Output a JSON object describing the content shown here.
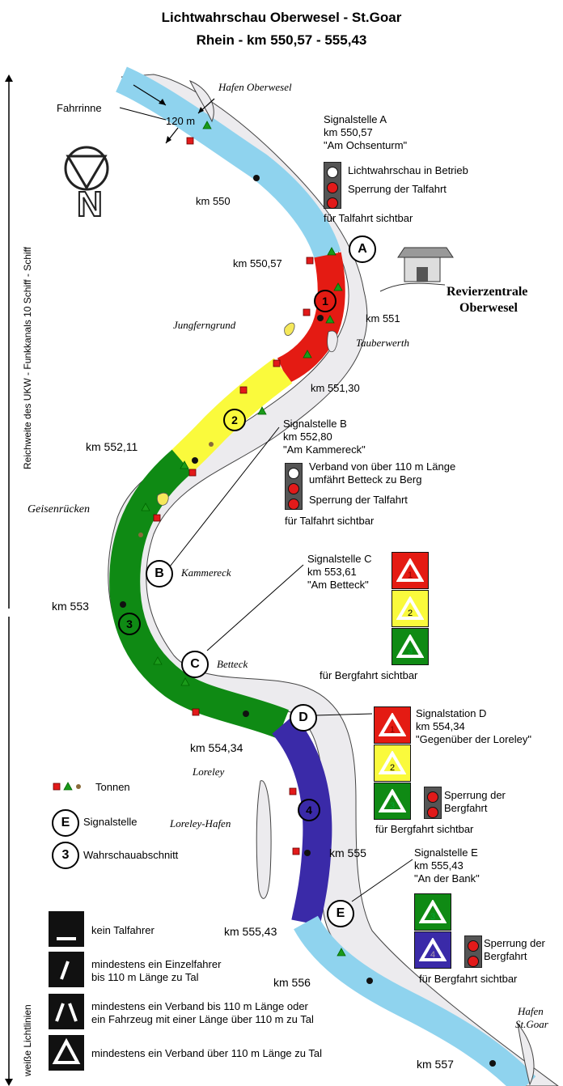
{
  "title": "Lichtwahrschau Oberwesel - St.Goar",
  "subtitle": "Rhein - km 550,57 - 555,43",
  "side_label": "Reichweite des UKW - Funkkanals 10 Schiff - Schiff",
  "side_label2": "weiße Lichtlinien",
  "map_labels": {
    "hafen_oberwesel": "Hafen Oberwesel",
    "fahrrinne": "Fahrrinne",
    "width": "120 m",
    "km550": "km 550",
    "km550_57": "km 550,57",
    "km551": "km 551",
    "km551_30": "km 551,30",
    "km552_11": "km 552,11",
    "km553": "km 553",
    "km554_34": "km 554,34",
    "km555": "km 555",
    "km555_43": "km 555,43",
    "km556": "km 556",
    "km557": "km 557",
    "jungferngrund": "Jungferngrund",
    "tauberwerth": "Tauberwerth",
    "geisenruecken": "Geisenrücken",
    "kammereck": "Kammereck",
    "betteck": "Betteck",
    "loreley": "Loreley",
    "loreley_hafen": "Loreley-Hafen",
    "hafen_stgoar_1": "Hafen",
    "hafen_stgoar_2": "St.Goar",
    "revierzentrale_1": "Revierzentrale",
    "revierzentrale_2": "Oberwesel",
    "north": "N"
  },
  "sections": [
    "1",
    "2",
    "3",
    "4"
  ],
  "stations": [
    "A",
    "B",
    "C",
    "D",
    "E"
  ],
  "signal_a": {
    "name": "Signalstelle A",
    "km": "km 550,57",
    "place": "\"Am Ochsenturm\"",
    "line1": "Lichtwahrschau in Betrieb",
    "line2": "Sperrung der Talfahrt",
    "visible": "für Talfahrt sichtbar"
  },
  "signal_b": {
    "name": "Signalstelle B",
    "km": "km 552,80",
    "place": "\"Am Kammereck\"",
    "line1": "Verband von über 110 m Länge",
    "line1b": "umfährt Betteck zu Berg",
    "line2": "Sperrung der Talfahrt",
    "visible": "für Talfahrt sichtbar"
  },
  "signal_c": {
    "name": "Signalstelle C",
    "km": "km 553,61",
    "place": "\"Am Betteck\"",
    "visible": "für Bergfahrt sichtbar"
  },
  "signal_d": {
    "name": "Signalstation D",
    "km": "km 554,34",
    "place": "\"Gegenüber der Loreley\"",
    "line1": "Sperrung der",
    "line1b": "Bergfahrt",
    "visible": "für Bergfahrt sichtbar"
  },
  "signal_e": {
    "name": "Signalstelle E",
    "km": "km 555,43",
    "place": "\"An der Bank\"",
    "line1": "Sperrung der",
    "line1b": "Bergfahrt",
    "visible": "für Bergfahrt sichtbar"
  },
  "legend": {
    "tonnen": "Tonnen",
    "signalstelle_letter": "E",
    "signalstelle": "Signalstelle",
    "wahrschau_num": "3",
    "wahrschau": "Wahrschauabschnitt"
  },
  "light_legend": [
    {
      "line1": "kein Talfahrer",
      "line2": ""
    },
    {
      "line1": "mindestens ein Einzelfahrer",
      "line2": "bis 110 m Länge zu Tal"
    },
    {
      "line1": "mindestens ein Verband bis 110 m Länge oder",
      "line2": "ein Fahrzeug mit einer Länge über 110 m zu Tal"
    },
    {
      "line1": "mindestens ein Verband über 110 m Länge zu Tal",
      "line2": ""
    }
  ],
  "colors": {
    "river": "#8fd3ee",
    "section1": "#e41b13",
    "section2": "#fafa3c",
    "section3": "#0f8a14",
    "section4": "#3a2aa8",
    "bank": "#e9e7ea"
  }
}
